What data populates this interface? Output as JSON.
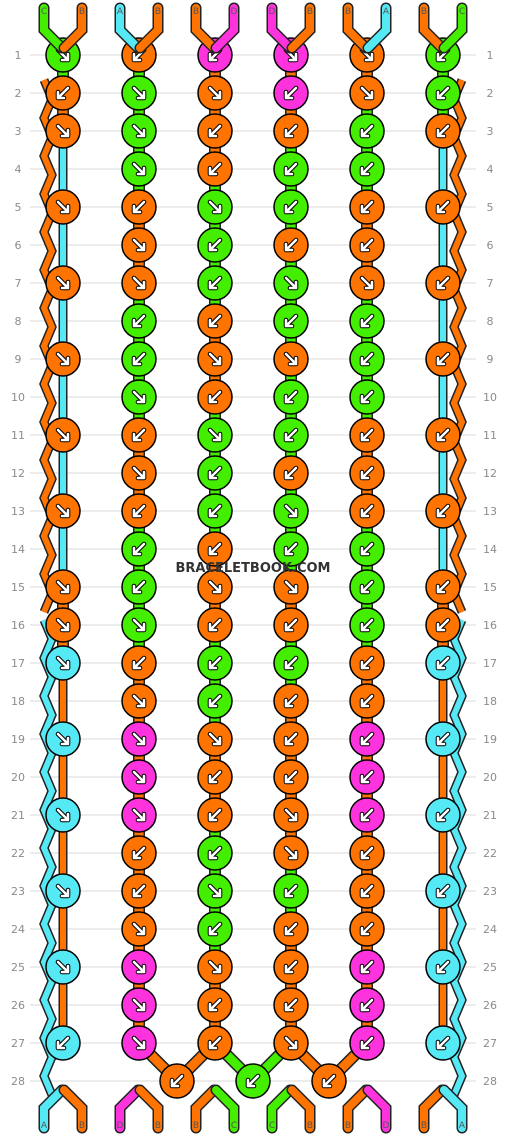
{
  "watermark": "BRACELETBOOK.COM",
  "colors": {
    "A": "#55e8f5",
    "B": "#ff7400",
    "C": "#44ee00",
    "D": "#ff33dd"
  },
  "strands_top": [
    "C",
    "B",
    "A",
    "B",
    "B",
    "D",
    "D",
    "B",
    "B",
    "A",
    "B",
    "C"
  ],
  "strands_bottom": [
    "A",
    "B",
    "D",
    "B",
    "B",
    "C",
    "C",
    "B",
    "B",
    "D",
    "B",
    "A"
  ],
  "row_numbers": [
    "1",
    "2",
    "3",
    "4",
    "5",
    "6",
    "7",
    "8",
    "9",
    "10",
    "11",
    "12",
    "13",
    "14",
    "15",
    "16",
    "17",
    "18",
    "19",
    "20",
    "21",
    "22",
    "23",
    "24",
    "25",
    "26",
    "27",
    "28"
  ],
  "knots": [
    [
      "C:br",
      "B:bl",
      "D:bl",
      "D:br",
      "B:br",
      "C:bl"
    ],
    [
      "B:bl",
      "C:br",
      "B:br",
      "D:bl",
      "B:br",
      "C:bl"
    ],
    [
      "B:br",
      "C:br",
      "B:bl",
      "B:bl",
      "C:bl",
      "B:bl"
    ],
    [
      "C:br",
      "B:bl",
      "C:bl",
      "C:bl"
    ],
    [
      "B:br",
      "B:bl",
      "C:br",
      "C:bl",
      "B:bl",
      "B:bl"
    ],
    [
      "B:br",
      "C:bl",
      "B:bl",
      "B:bl"
    ],
    [
      "B:br",
      "B:br",
      "C:bl",
      "C:br",
      "B:br",
      "B:bl"
    ],
    [
      "C:bl",
      "B:bl",
      "C:bl",
      "C:bl"
    ],
    [
      "B:br",
      "C:bl",
      "B:br",
      "B:br",
      "C:bl",
      "B:bl"
    ],
    [
      "C:br",
      "B:bl",
      "C:bl",
      "C:bl"
    ],
    [
      "B:br",
      "B:bl",
      "C:br",
      "C:bl",
      "B:bl",
      "B:bl"
    ],
    [
      "B:br",
      "C:bl",
      "B:bl",
      "B:bl"
    ],
    [
      "B:br",
      "B:bl",
      "C:bl",
      "C:br",
      "B:bl",
      "B:bl"
    ],
    [
      "C:bl",
      "B:bl",
      "C:bl",
      "C:bl"
    ],
    [
      "B:br",
      "C:bl",
      "B:br",
      "B:br",
      "C:bl",
      "B:bl"
    ],
    [
      "B:br",
      "C:br",
      "B:bl",
      "B:bl",
      "C:bl",
      "B:bl"
    ],
    [
      "A:br",
      "B:bl",
      "C:bl",
      "C:bl",
      "B:bl",
      "A:bl"
    ],
    [
      "B:br",
      "C:bl",
      "B:bl",
      "B:bl"
    ],
    [
      "A:br",
      "D:br",
      "B:br",
      "B:bl",
      "D:bl",
      "A:bl"
    ],
    [
      "D:br",
      "B:bl",
      "B:bl",
      "D:bl"
    ],
    [
      "A:br",
      "D:br",
      "B:bl",
      "B:br",
      "D:bl",
      "A:bl"
    ],
    [
      "B:bl",
      "C:bl",
      "B:br",
      "B:bl"
    ],
    [
      "A:br",
      "B:bl",
      "C:br",
      "C:bl",
      "B:bl",
      "A:bl"
    ],
    [
      "B:br",
      "C:bl",
      "B:bl",
      "B:bl"
    ],
    [
      "A:br",
      "D:br",
      "B:br",
      "B:bl",
      "D:bl",
      "A:bl"
    ],
    [
      "D:br",
      "B:bl",
      "B:bl",
      "D:bl"
    ],
    [
      "A:bl",
      "D:br",
      "B:bl",
      "B:br",
      "D:bl",
      "A:bl"
    ],
    [
      "B:bl",
      "C:bl",
      "B:bl"
    ]
  ]
}
